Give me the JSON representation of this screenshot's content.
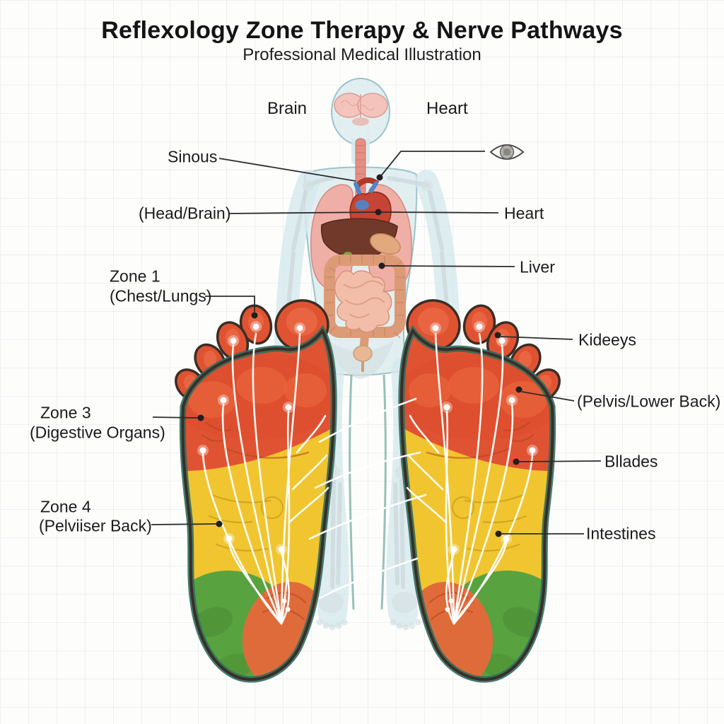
{
  "title": "Reflexology Zone Therapy & Nerve Pathways",
  "subtitle": "Professional Medical Illustration",
  "labels": {
    "brain": "Brain",
    "heart_top": "Heart",
    "sinous": "Sinous",
    "head_brain": "(Head/Brain)",
    "zone1_line1": "Zone 1",
    "zone1_line2": "(Chest/Lungs)",
    "zone3_line1": "Zone 3",
    "zone3_line2": "(Digestive Organs)",
    "zone4_line1": "Zone 4",
    "zone4_line2": "(Pelviiser Back)",
    "heart_right": "Heart",
    "liver": "Liver",
    "kidneys": "Kideeys",
    "pelvis_lower_back": "(Pelvis/Lower Back)",
    "bladder": "Bllades",
    "intestines": "Intestines"
  },
  "icons": {
    "eye": "eye-icon"
  },
  "colors": {
    "zone_red": "#e05332",
    "zone_yellow": "#f0c52f",
    "zone_green": "#58a33f",
    "heel_orange": "#e06b3a",
    "rim_teal": "#2f6e5f",
    "outline": "#3a2e26",
    "nerve_white": "#ffffff",
    "label_text": "#1c1c1c"
  }
}
